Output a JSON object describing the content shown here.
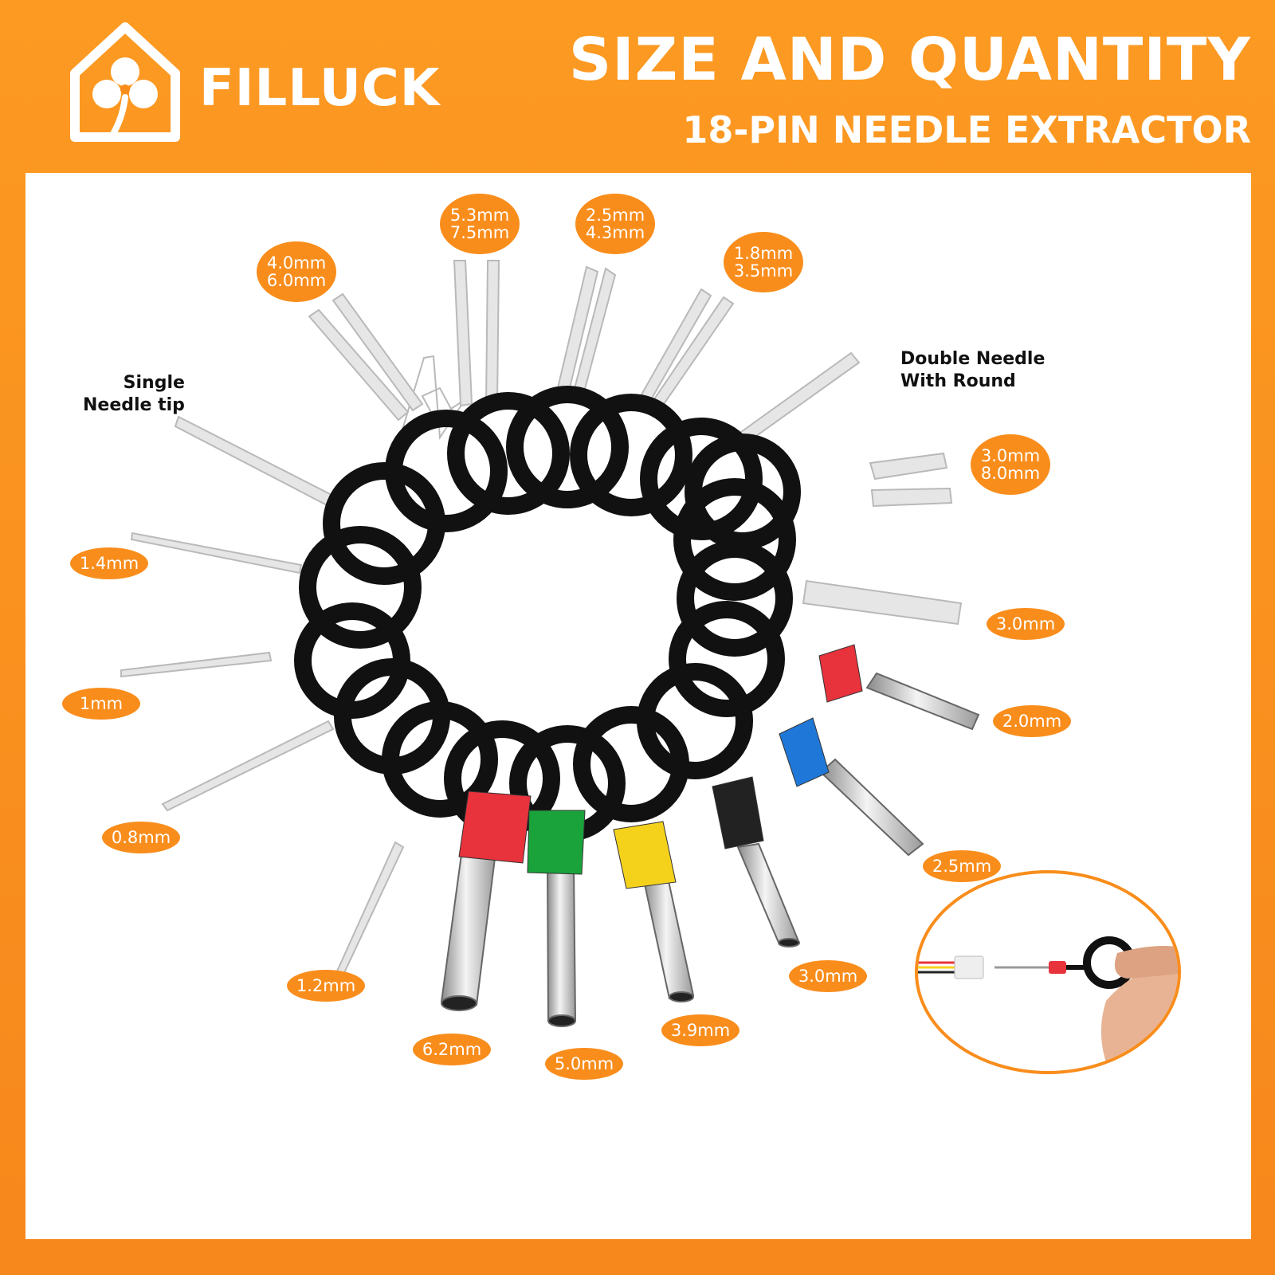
{
  "header": {
    "brand": "FILLUCK",
    "title": "SIZE AND QUANTITY",
    "subtitle": "18-PIN NEEDLE EXTRACTOR"
  },
  "captions": {
    "single": [
      "Single",
      "Needle tip"
    ],
    "double": [
      "Double Needle",
      "With Round"
    ]
  },
  "labels": {
    "fork_40_60": [
      "4.0mm",
      "6.0mm"
    ],
    "fork_53_75": [
      "5.3mm",
      "7.5mm"
    ],
    "fork_25_43": [
      "2.5mm",
      "4.3mm"
    ],
    "fork_18_35": [
      "1.8mm",
      "3.5mm"
    ],
    "fork_30_80": [
      "3.0mm",
      "8.0mm"
    ],
    "flat_30": "3.0mm",
    "needle_14": "1.4mm",
    "needle_1": "1mm",
    "needle_08": "0.8mm",
    "needle_12": "1.2mm",
    "tube_62": "6.2mm",
    "tube_50": "5.0mm",
    "tube_39": "3.9mm",
    "tube_30": "3.0mm",
    "tube_25": "2.5mm",
    "tube_20": "2.0mm"
  },
  "colors": {
    "brand_orange": "#f98d1c",
    "ring_black": "#111111",
    "sleeve_red": "#e8323c",
    "sleeve_green": "#1aa33b",
    "sleeve_yellow": "#f4d21c",
    "sleeve_blue": "#1f78d8",
    "sleeve_black": "#222222"
  },
  "icons": [
    "clover-house-logo-icon",
    "pin-extractor-tool-illustration",
    "hand-demo-illustration"
  ]
}
